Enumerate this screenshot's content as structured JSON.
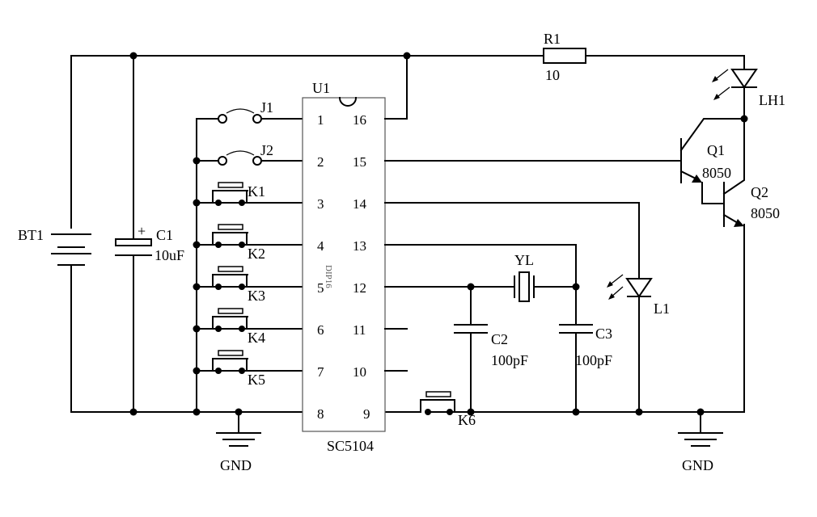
{
  "ic": {
    "ref": "U1",
    "part": "SC5104",
    "package": "DIP16",
    "pins_left": [
      "1",
      "2",
      "3",
      "4",
      "5",
      "6",
      "7",
      "8"
    ],
    "pins_right": [
      "16",
      "15",
      "14",
      "13",
      "12",
      "11",
      "10",
      "9"
    ]
  },
  "components": {
    "battery": "BT1",
    "c1_ref": "C1",
    "c1_val": "10uF",
    "c1_plus": "+",
    "r1_ref": "R1",
    "r1_val": "10",
    "lh1_ref": "LH1",
    "q1_ref": "Q1",
    "q1_val": "8050",
    "q2_ref": "Q2",
    "q2_val": "8050",
    "yl_ref": "YL",
    "c2_ref": "C2",
    "c2_val": "100pF",
    "c3_ref": "C3",
    "c3_val": "100pF",
    "l1_ref": "L1",
    "j1_ref": "J1",
    "j2_ref": "J2",
    "k1_ref": "K1",
    "k2_ref": "K2",
    "k3_ref": "K3",
    "k4_ref": "K4",
    "k5_ref": "K5",
    "k6_ref": "K6",
    "gnd_left": "GND",
    "gnd_right": "GND"
  }
}
